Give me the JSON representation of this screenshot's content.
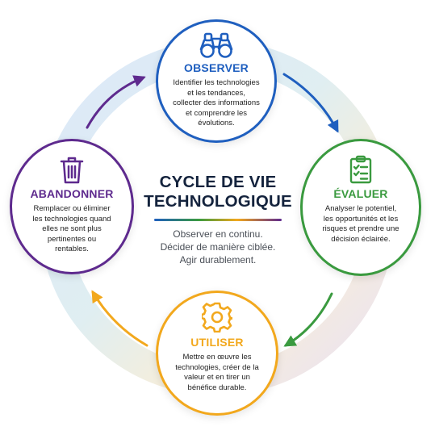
{
  "colors": {
    "observer": "#1f5fbf",
    "evaluer": "#3a9a3f",
    "utiliser": "#f2a81d",
    "abandonner": "#5e2a8e",
    "title": "#14233d"
  },
  "center": {
    "title_line1": "CYCLE DE VIE",
    "title_line2": "TECHNOLOGIQUE",
    "subtitle": [
      "Observer en continu.",
      "Décider de manière ciblée.",
      "Agir durablement."
    ]
  },
  "stages": {
    "observer": {
      "icon": "binoculars-icon",
      "title": "OBSERVER",
      "lines": [
        "Identifier les technologies",
        "et les tendances,",
        "collecter des informations",
        "et comprendre les",
        "évolutions."
      ]
    },
    "evaluer": {
      "icon": "clipboard-checklist-icon",
      "title": "ÉVALUER",
      "lines": [
        "Analyser le potentiel,",
        "les opportunités et les",
        "risques et prendre une",
        "décision éclairée."
      ]
    },
    "utiliser": {
      "icon": "gear-icon",
      "title": "UTILISER",
      "lines": [
        "Mettre en œuvre les",
        "technologies, créer de la",
        "valeur et en tirer un",
        "bénéfice durable."
      ]
    },
    "abandonner": {
      "icon": "trash-icon",
      "title": "ABANDONNER",
      "lines": [
        "Remplacer ou éliminer",
        "les technologies quand",
        "elles ne sont plus",
        "pertinentes ou",
        "rentables."
      ]
    }
  }
}
